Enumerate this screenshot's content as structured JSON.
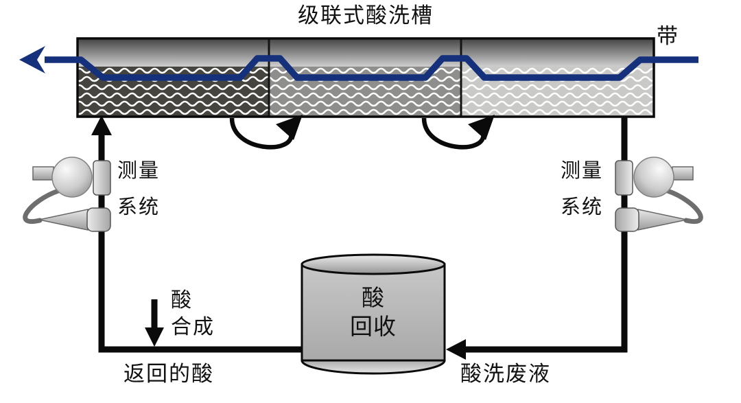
{
  "diagram": {
    "title": "级联式酸洗槽",
    "strip_label": "带",
    "measurement_left": {
      "line1": "测量",
      "line2": "系统"
    },
    "measurement_right": {
      "line1": "测量",
      "line2": "系统"
    },
    "acid_synthesis": {
      "line1": "酸",
      "line2": "合成"
    },
    "returned_acid": "返回的酸",
    "acid_recovery": {
      "line1": "酸",
      "line2": "回收"
    },
    "pickling_waste": "酸洗废液"
  },
  "colors": {
    "strip_blue": "#16317c",
    "liquid_section1": "#45443f",
    "liquid_section2": "#8e8e8c",
    "liquid_section3": "#c9c9c7",
    "line_black": "#0a0a0a"
  }
}
